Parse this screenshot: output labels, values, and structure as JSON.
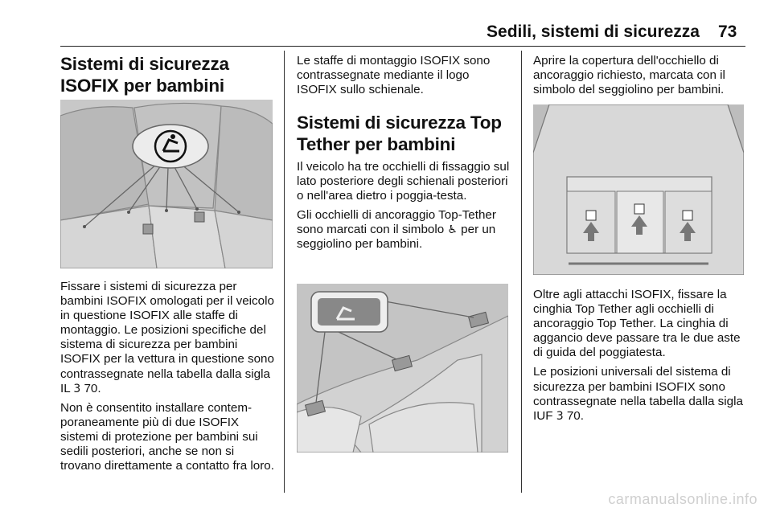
{
  "header": {
    "title": "Sedili, sistemi di sicurezza",
    "page_number": "73"
  },
  "col1": {
    "heading": "Sistemi di sicurezza ISOFIX per bambini",
    "para1": "Fissare i sistemi di sicurezza per bambini ISOFIX omologati per il veicolo in questione ISOFIX alle staffe di montaggio. Le posizioni specifiche del sistema di sicurezza per bambini ISOFIX per la vettura in questione sono contrassegnate nella tabella dalla sigla IL ",
    "para1_ref_icon": "page-ref-arrow-icon",
    "para1_ref_symbol": "3",
    "para1_ref": "70.",
    "para2": "Non è consentito installare contem-poraneamente più di due ISOFIX sistemi di protezione per bambini sui sedili posteriori, anche se non si trovano direttamente a contatto fra loro."
  },
  "col2": {
    "intro": "Le staffe di montaggio ISOFIX sono contrassegnate mediante il logo ISOFIX sullo schienale.",
    "heading": "Sistemi di sicurezza Top Tether per bambini",
    "para1": "Il veicolo ha tre occhielli di fissaggio sul lato posteriore degli schienali posteriori o nell'area dietro i poggia-testa.",
    "para2_a": "Gli occhielli di ancoraggio Top-Tether sono marcati con il simbolo ",
    "para2_icon": "child-seat-icon",
    "para2_b": " per un seggiolino per bambini."
  },
  "col3": {
    "intro": "Aprire la copertura dell'occhiello di ancoraggio richiesto, marcata con il simbolo del seggiolino per bambini.",
    "para1": "Oltre agli attacchi ISOFIX, fissare la cinghia Top Tether agli occhielli di ancoraggio Top Tether. La cinghia di aggancio deve passare tra le due aste di guida del poggiatesta.",
    "para2": "Le posizioni universali del sistema di sicurezza per bambini ISOFIX sono contrassegnate nella tabella dalla sigla IUF ",
    "para2_ref_icon": "page-ref-arrow-icon",
    "para2_ref_symbol": "3",
    "para2_ref": "70."
  },
  "watermark": "carmanualsonline.info"
}
